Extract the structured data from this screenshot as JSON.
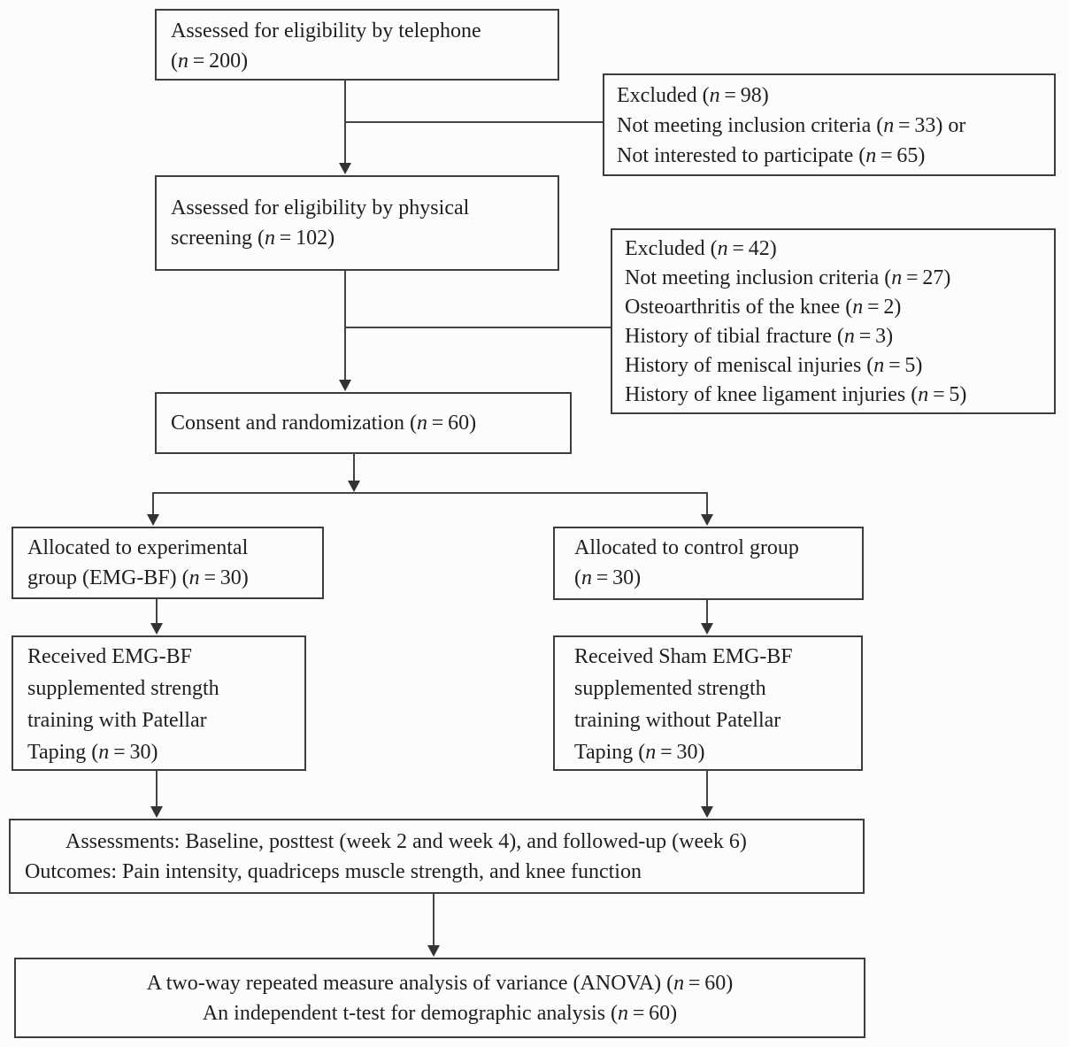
{
  "diagram": {
    "kind": "participant-flow-diagram",
    "colors": {
      "border": "#3d3d3d",
      "line": "#444444",
      "text": "#1f1f1f",
      "background": "#fcfcfc"
    }
  },
  "boxes": {
    "telephone": {
      "lines": [
        "Assessed for eligibility by telephone",
        "(n = 200)"
      ]
    },
    "excluded1": {
      "lines": [
        "Excluded (n = 98)",
        "Not meeting inclusion criteria (n = 33) or",
        "Not interested to participate (n = 65)"
      ]
    },
    "physical": {
      "lines": [
        "Assessed for eligibility by physical",
        "screening (n = 102)"
      ]
    },
    "excluded2": {
      "lines": [
        "Excluded (n = 42)",
        "Not meeting inclusion criteria (n = 27)",
        "Osteoarthritis of the knee (n = 2)",
        "History of tibial fracture (n = 3)",
        "History of meniscal injuries (n = 5)",
        "History of knee ligament injuries (n = 5)"
      ]
    },
    "consent": {
      "lines": [
        "Consent and randomization (n = 60)"
      ]
    },
    "alloc_exp": {
      "lines": [
        "Allocated to experimental",
        "group (EMG-BF) (n = 30)"
      ]
    },
    "alloc_ctrl": {
      "lines": [
        "Allocated to control group",
        "(n = 30)"
      ]
    },
    "received_exp": {
      "lines": [
        "Received EMG-BF",
        "supplemented strength",
        "training with Patellar",
        "Taping (n = 30)"
      ]
    },
    "received_ctrl": {
      "lines": [
        "Received Sham EMG-BF",
        "supplemented strength",
        "training without Patellar",
        "Taping (n = 30)"
      ]
    },
    "assessments": {
      "lines": [
        "Assessments: Baseline, posttest (week 2 and week 4), and followed-up (week 6)",
        "Outcomes: Pain intensity, quadriceps muscle strength, and knee function"
      ]
    },
    "analysis": {
      "lines": [
        "A two-way repeated measure analysis of variance (ANOVA) (n = 60)",
        "An independent t-test for demographic analysis (n = 60)"
      ]
    }
  }
}
